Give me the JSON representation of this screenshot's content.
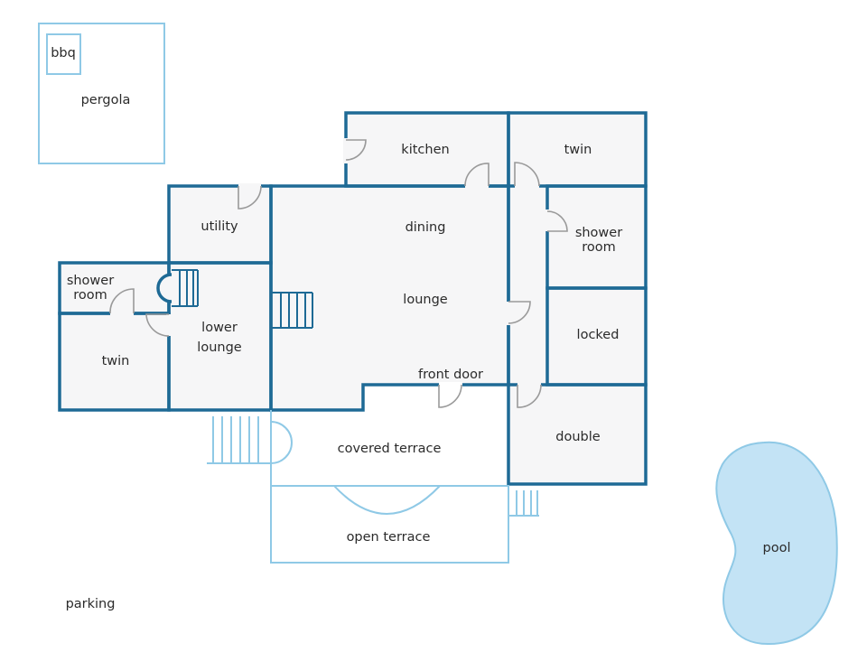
{
  "labels": {
    "bbq": "bbq",
    "pergola": "pergola",
    "kitchen": "kitchen",
    "twin_top": "twin",
    "utility": "utility",
    "dining": "dining",
    "shower_right_1": "shower",
    "shower_right_2": "room",
    "shower_left_1": "shower",
    "shower_left_2": "room",
    "lounge": "lounge",
    "lower_lounge_1": "lower",
    "lower_lounge_2": "lounge",
    "locked": "locked",
    "twin_left": "twin",
    "front_door": "front door",
    "covered_terrace": "covered terrace",
    "double": "double",
    "pool": "pool",
    "open_terrace": "open terrace",
    "parking": "parking"
  },
  "colors": {
    "interior_wall": "#1e6a95",
    "exterior_outline": "#8fc9e6",
    "room_fill": "#f6f6f7",
    "pool_fill": "#c3e3f5",
    "door_arc": "#9a9a9a",
    "text": "#2b2b2b"
  }
}
